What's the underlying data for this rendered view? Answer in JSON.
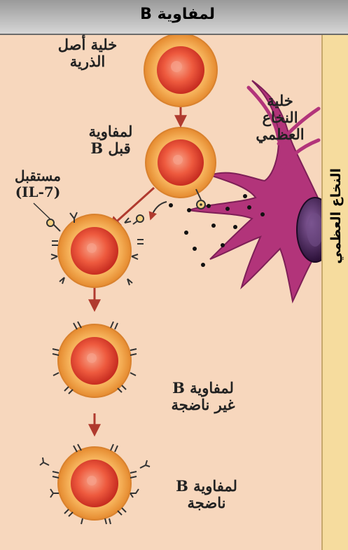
{
  "header": {
    "title": "لمفاوية B"
  },
  "labels": {
    "stem_cell_line1": "خلية أصل",
    "stem_cell_line2": "الذرية",
    "marrow_cell_line1": "خلية",
    "marrow_cell_line2": "النخاع",
    "marrow_cell_line3": "العظمي",
    "pre_b_line1": "لمفاوية",
    "pre_b_line2": "قبل B",
    "receptor_line1": "مستقبل",
    "receptor_line2": "(IL-7)",
    "immature_b_line1": "لمفاوية B",
    "immature_b_line2": "غير ناضجة",
    "mature_b_line1": "لمفاوية B",
    "mature_b_line2": "ناضجة"
  },
  "sidebar": {
    "vertical_text": "النخاع العظمي"
  },
  "colors": {
    "background": "#f7d7bd",
    "cell_outer": "#f6b25a",
    "cell_inner": "#ee5a3e",
    "marrow_cell": "#b2347a",
    "nucleus": "#43215a",
    "arrow": "#b03a2e",
    "sidebar": "#f6dc9e"
  }
}
